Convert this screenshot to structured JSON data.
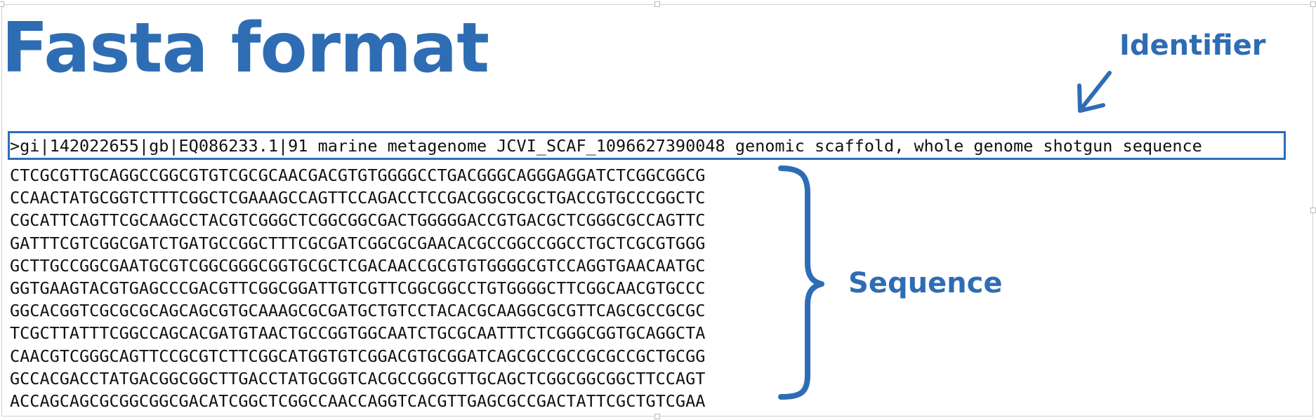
{
  "title": "Fasta format",
  "labels": {
    "identifier": "Identifier",
    "sequence": "Sequence"
  },
  "fasta": {
    "header": ">gi|142022655|gb|EQ086233.1|91 marine metagenome JCVI_SCAF_1096627390048 genomic scaffold, whole genome shotgun sequence",
    "sequence_lines": [
      "CTCGCGTTGCAGGCCGGCGTGTCGCGCAACGACGTGTGGGGCCTGACGGGCAGGGAGGATCTCGGCGGCG",
      "CCAACTATGCGGTCTTTCGGCTCGAAAGCCAGTTCCAGACCTCCGACGGCGCGCTGACCGTGCCCGGCTC",
      "CGCATTCAGTTCGCAAGCCTACGTCGGGCTCGGCGGCGACTGGGGGACCGTGACGCTCGGGCGCCAGTTC",
      "GATTTCGTCGGCGATCTGATGCCGGCTTTCGCGATCGGCGCGAACACGCCGGCCGGCCTGCTCGCGTGGG",
      "GCTTGCCGGCGAATGCGTCGGCGGGCGGTGCGCTCGACAACCGCGTGTGGGGCGTCCAGGTGAACAATGC",
      "GGTGAAGTACGTGAGCCCGACGTTCGGCGGATTGTCGTTCGGCGGCCTGTGGGGCTTCGGCAACGTGCCC",
      "GGCACGGTCGCGCGCAGCAGCGTGCAAAGCGCGATGCTGTCCTACACGCAAGGCGCGTTCAGCGCCGCGC",
      "TCGCTTATTTCGGCCAGCACGATGTAACTGCCGGTGGCAATCTGCGCAATTTCTCGGGCGGTGCAGGCTA",
      "CAACGTCGGGCAGTTCCGCGTCTTCGGCATGGTGTCGGACGTGCGGATCAGCGCCGCCGCGCCGCTGCGG",
      "GCCACGACCTATGACGGCGGCTTGACCTATGCGGTCACGCCGGCGTTGCAGCTCGGCGGCGGCTTCCAGT",
      "ACCAGCAGCGCGGCGGCGACATCGGCTCGGCCAACCAGGTCACGTTGAGCGCCGACTATTCGCTGTCGAA"
    ]
  },
  "colors": {
    "accent": "#2e6db4",
    "text": "#111111",
    "background": "#ffffff"
  },
  "icons": {
    "pointer": "arrow-icon",
    "grouping": "curly-brace-icon"
  }
}
